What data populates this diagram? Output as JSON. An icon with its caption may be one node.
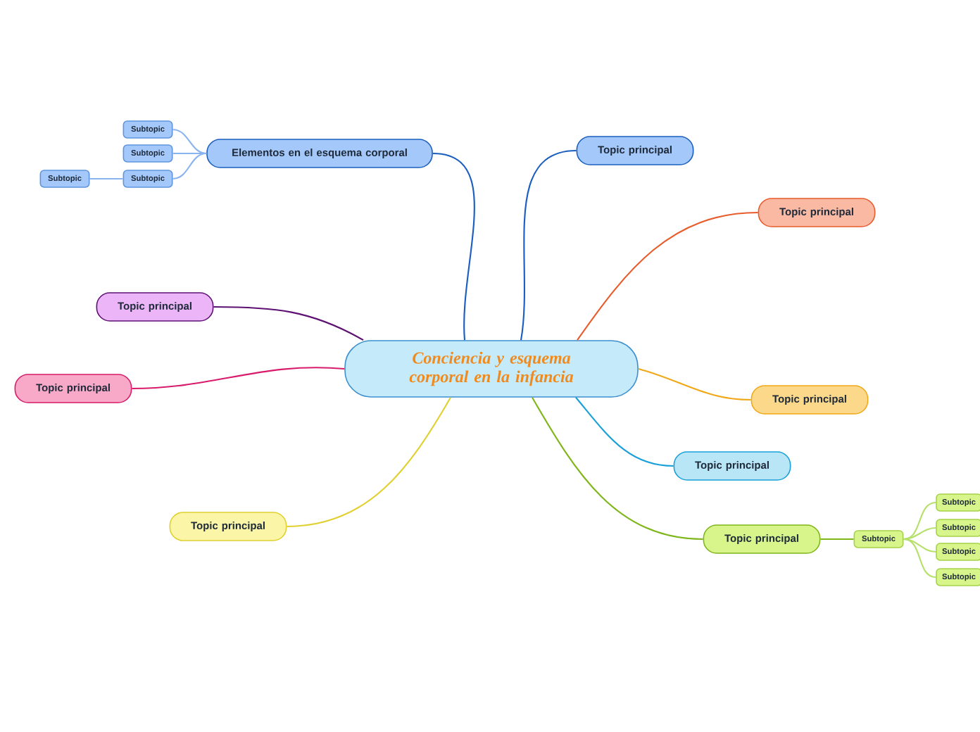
{
  "diagram": {
    "nodes": [
      {
        "text": [
          "Conciencia y esquema corporal en la infancia"
        ]
      },
      {
        "text": [
          "Elementos en el esquema corporal"
        ]
      },
      {
        "text": [
          "Subtopic"
        ]
      },
      {
        "text": [
          "Subtopic"
        ]
      },
      {
        "text": [
          "Subtopic"
        ]
      },
      {
        "text": [
          "Subtopic"
        ]
      },
      {
        "text": [
          "Topic principal"
        ]
      },
      {
        "text": [
          "Topic principal"
        ]
      },
      {
        "text": [
          "Topic principal"
        ]
      },
      {
        "text": [
          "Topic principal"
        ]
      },
      {
        "text": [
          "Topic principal"
        ]
      },
      {
        "text": [
          "Topic principal"
        ]
      },
      {
        "text": [
          "Topic principal"
        ]
      },
      {
        "text": [
          "Topic principal"
        ]
      },
      {
        "text": [
          "Subtopic"
        ]
      },
      {
        "text": [
          "Subtopic"
        ]
      },
      {
        "text": [
          "Subtopic"
        ]
      },
      {
        "text": [
          "Subtopic"
        ]
      },
      {
        "text": [
          "Subtopic"
        ]
      }
    ],
    "edges": [
      {
        "from": 0,
        "to": 1,
        "arrow": "none",
        "color": "#1a5fbf"
      },
      {
        "from": 1,
        "to": 2,
        "arrow": "none",
        "color": "#8ab4f0"
      },
      {
        "from": 1,
        "to": 3,
        "arrow": "none",
        "color": "#8ab4f0"
      },
      {
        "from": 1,
        "to": 4,
        "arrow": "none",
        "color": "#8ab4f0"
      },
      {
        "from": 4,
        "to": 5,
        "arrow": "none",
        "color": "#8ab4f0"
      },
      {
        "from": 0,
        "to": 6,
        "arrow": "none",
        "color": "#1a5fbf"
      },
      {
        "from": 0,
        "to": 7,
        "arrow": "none",
        "color": "#e85b2a"
      },
      {
        "from": 0,
        "to": 8,
        "arrow": "none",
        "color": "#5d1273"
      },
      {
        "from": 0,
        "to": 9,
        "arrow": "none",
        "color": "#d81b6a"
      },
      {
        "from": 0,
        "to": 10,
        "arrow": "none",
        "color": "#f0a818"
      },
      {
        "from": 0,
        "to": 11,
        "arrow": "none",
        "color": "#1aa0d8"
      },
      {
        "from": 0,
        "to": 12,
        "arrow": "none",
        "color": "#e0d030"
      },
      {
        "from": 0,
        "to": 13,
        "arrow": "none",
        "color": "#7fb61a"
      },
      {
        "from": 13,
        "to": 14,
        "arrow": "none",
        "color": "#7fb61a"
      },
      {
        "from": 14,
        "to": 15,
        "arrow": "none",
        "color": "#b5e06a"
      },
      {
        "from": 14,
        "to": 16,
        "arrow": "none",
        "color": "#b5e06a"
      },
      {
        "from": 14,
        "to": 17,
        "arrow": "none",
        "color": "#b5e06a"
      },
      {
        "from": 14,
        "to": 18,
        "arrow": "none",
        "color": "#b5e06a"
      }
    ]
  }
}
